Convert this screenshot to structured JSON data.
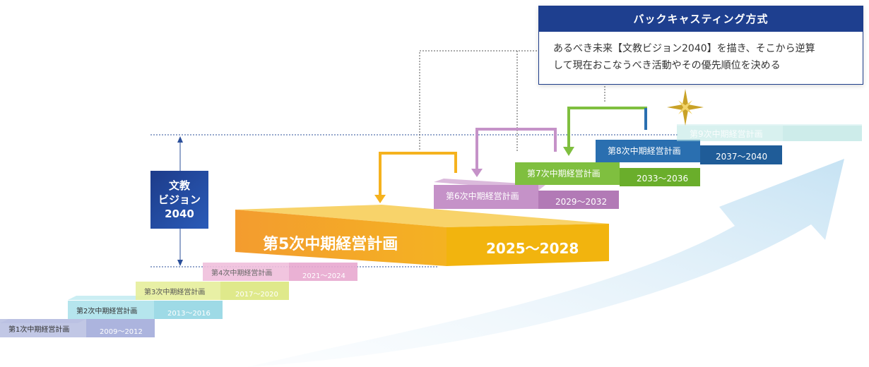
{
  "backcasting": {
    "title": "バックキャスティング方式",
    "line1": "あるべき未来【文教ビジョン2040】を描き、そこから逆算",
    "line2": "して現在おこなうべき活動やその優先順位を決める"
  },
  "vision_label": "文教\nビジョン\n2040",
  "steps": [
    {
      "label": "第1次中期経営計画",
      "period": "2009〜2012",
      "color": "#b6bde0"
    },
    {
      "label": "第2次中期経営計画",
      "period": "2013〜2016",
      "color": "#a8e0ea"
    },
    {
      "label": "第3次中期経営計画",
      "period": "2017〜2020",
      "color": "#e6ee9b"
    },
    {
      "label": "第4次中期経営計画",
      "period": "2021〜2024",
      "color": "#efbfdc"
    },
    {
      "label": "第5次中期経営計画",
      "period": "2025〜2028",
      "color": "#f5b21e"
    },
    {
      "label": "第6次中期経営計画",
      "period": "2029〜2032",
      "color": "#c592c8"
    },
    {
      "label": "第7次中期経営計画",
      "period": "2033〜2036",
      "color": "#7fbf3f"
    },
    {
      "label": "第8次中期経営計画",
      "period": "2037〜2040",
      "color": "#2a6fb0"
    },
    {
      "label": "第9次中期経営計画",
      "period": "",
      "color": "#b9e6e3"
    }
  ]
}
